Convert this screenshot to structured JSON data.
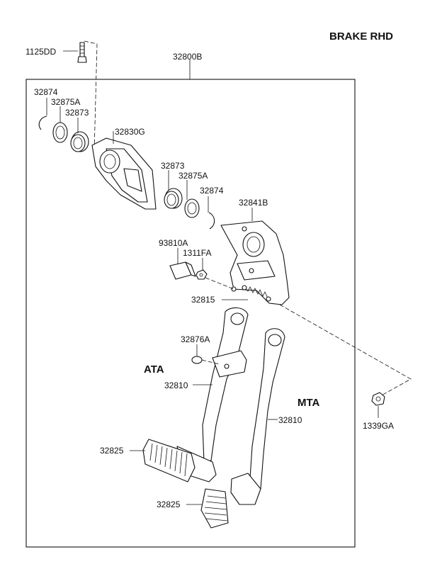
{
  "header": {
    "title": "BRAKE  RHD"
  },
  "parts": {
    "p1125DD": "1125DD",
    "p32800B": "32800B",
    "p32874a": "32874",
    "p32875Aa": "32875A",
    "p32873a": "32873",
    "p32830G": "32830G",
    "p32873b": "32873",
    "p32875Ab": "32875A",
    "p32874b": "32874",
    "p32841B": "32841B",
    "p93810A": "93810A",
    "p1311FA": "1311FA",
    "p32815": "32815",
    "p32876A": "32876A",
    "p32810a": "32810",
    "p32810b": "32810",
    "p32825a": "32825",
    "p32825b": "32825",
    "p1339GA": "1339GA"
  },
  "variants": {
    "ata": "ATA",
    "mta": "MTA"
  }
}
